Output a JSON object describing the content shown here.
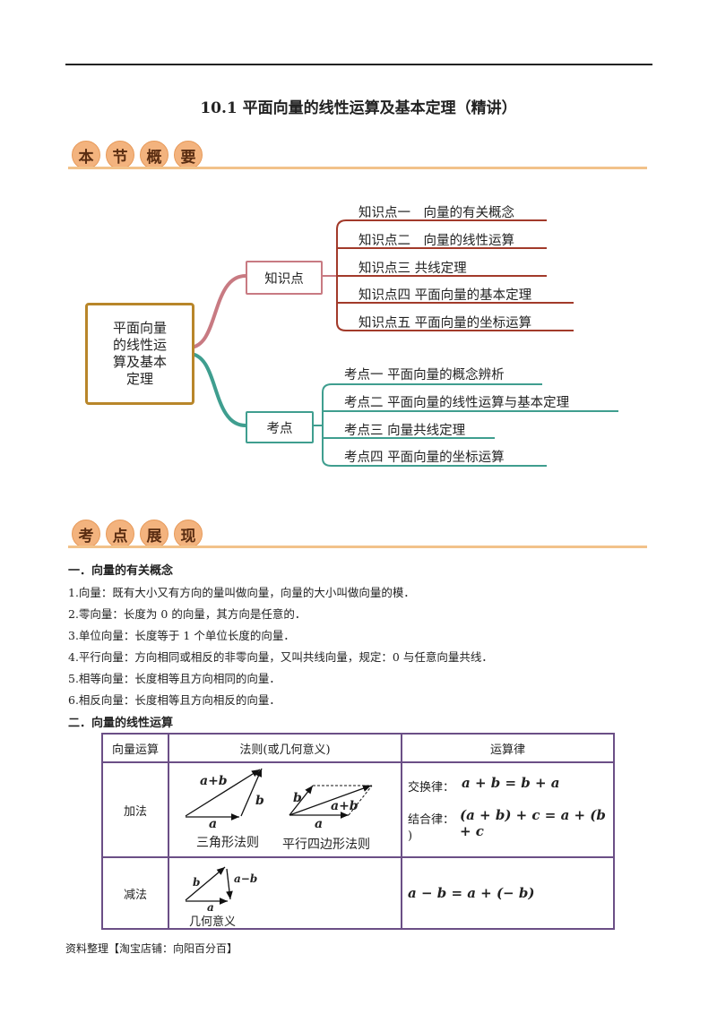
{
  "title": "10.1  平面向量的线性运算及基本定理（精讲）",
  "banner1": [
    "本",
    "节",
    "概",
    "要"
  ],
  "banner2": [
    "考",
    "点",
    "展",
    "现"
  ],
  "mindmap": {
    "center": "平面向量的线性运算及基本定理",
    "branch1": {
      "label": "知识点",
      "items": [
        "知识点一　向量的有关概念",
        "知识点二　向量的线性运算",
        "知识点三  共线定理",
        "知识点四  平面向量的基本定理",
        "知识点五  平面向量的坐标运算"
      ]
    },
    "branch2": {
      "label": "考点",
      "items": [
        "考点一  平面向量的概念辨析",
        "考点二  平面向量的线性运算与基本定理",
        "考点三  向量共线定理",
        "考点四  平面向量的坐标运算"
      ]
    }
  },
  "section1": {
    "heading": "一．向量的有关概念",
    "lines": [
      "1.向量：既有大小又有方向的量叫做向量，向量的大小叫做向量的模．",
      "2.零向量：长度为 0 的向量，其方向是任意的．",
      "3.单位向量：长度等于 1 个单位长度的向量．",
      "4.平行向量：方向相同或相反的非零向量，又叫共线向量，规定：0 与任意向量共线．",
      "5.相等向量：长度相等且方向相同的向量．",
      "6.相反向量：长度相等且方向相反的向量．"
    ]
  },
  "section2": {
    "heading": "二．向量的线性运算",
    "table": {
      "headers": [
        "向量运算",
        "法则(或几何意义)",
        "运算律"
      ],
      "rows": [
        {
          "op": "加法",
          "fig1_labels": {
            "a": "a",
            "b": "b",
            "sum": "a+b"
          },
          "fig1_caption": "三角形法则",
          "fig2_labels": {
            "a": "a",
            "b": "b",
            "sum": "a+b"
          },
          "fig2_caption": "平行四边形法则",
          "law1_label": "交换律：",
          "law1": "a + b = b + a",
          "law2_label": "结合律：",
          "law2": "(a + b) + c = a + (b + c",
          "law2_wrap": ")"
        },
        {
          "op": "减法",
          "fig_labels": {
            "a": "a",
            "b": "b",
            "diff": "a−b"
          },
          "fig_caption": "几何意义",
          "law": "a − b = a + (− b)"
        }
      ]
    }
  },
  "footer": "资料整理【淘宝店铺：向阳百分百】"
}
